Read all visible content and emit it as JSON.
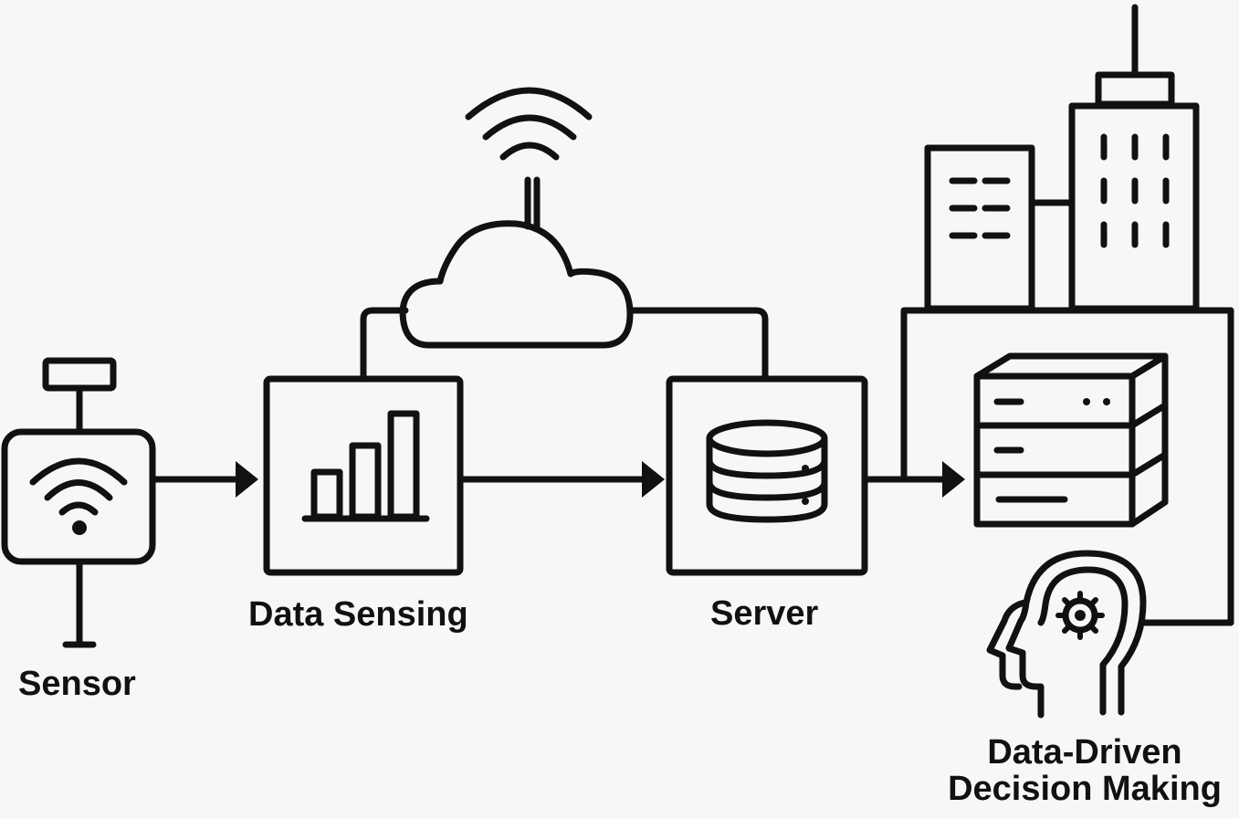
{
  "labels": {
    "sensor": "Sensor",
    "data_sensing": "Data Sensing",
    "server": "Server",
    "decision_line1": "Data-Driven",
    "decision_line2": "Decision Making"
  },
  "colors": {
    "stroke": "#111111",
    "background": "#f7f7f7"
  },
  "icons": [
    "sensor-icon",
    "bar-chart-icon",
    "cloud-icon",
    "wifi-icon",
    "database-icon",
    "server-rack-icon",
    "buildings-icon",
    "head-gear-icon"
  ]
}
